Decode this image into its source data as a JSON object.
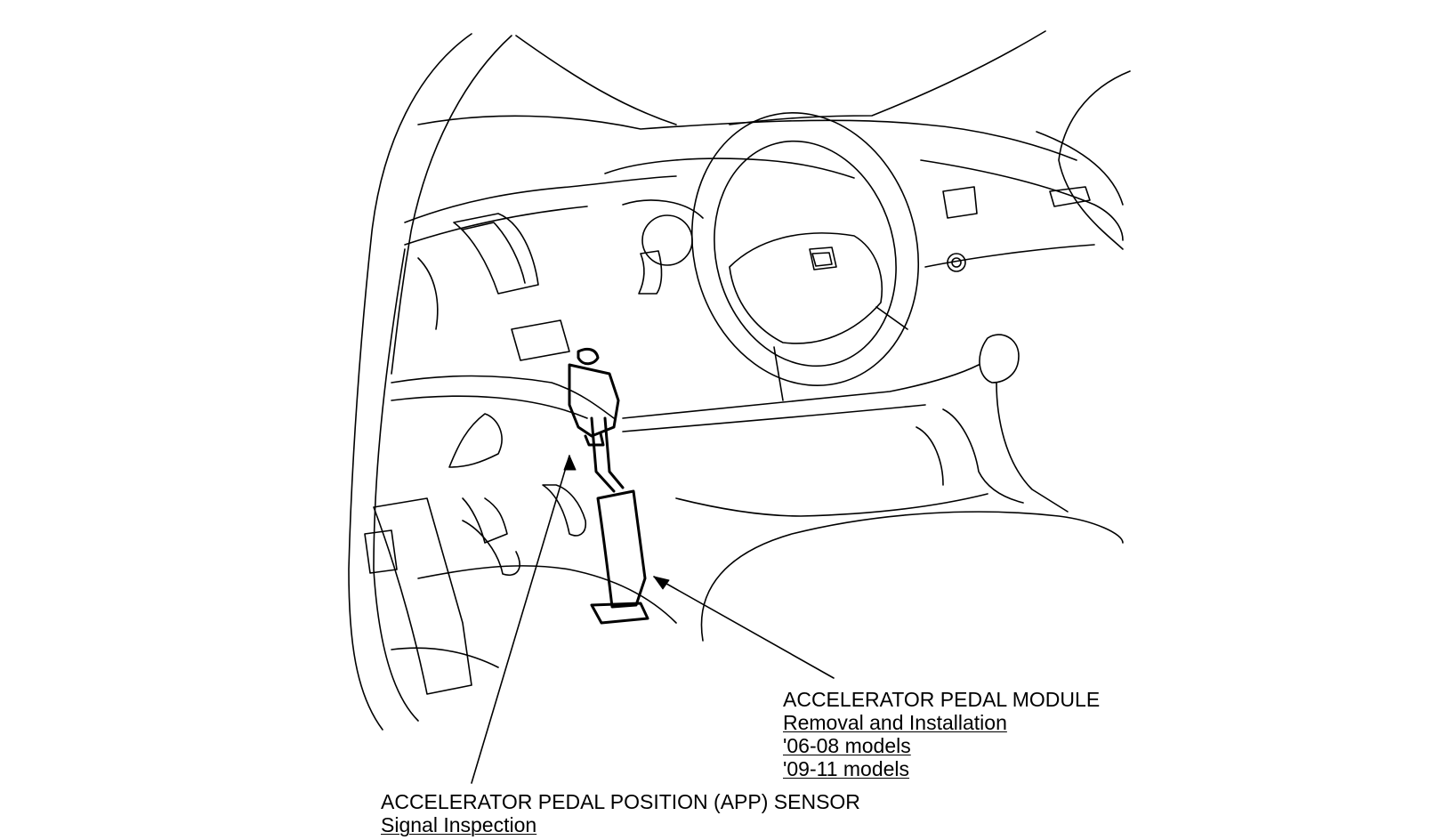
{
  "callouts": {
    "module": {
      "title": "ACCELERATOR PEDAL MODULE",
      "links": [
        "Removal and Installation",
        "'06-08 models",
        "'09-11 models"
      ]
    },
    "sensor": {
      "title": "ACCELERATOR PEDAL POSITION (APP) SENSOR",
      "links": [
        "Signal Inspection"
      ]
    }
  },
  "style": {
    "line_color": "#000000",
    "background": "#ffffff"
  }
}
